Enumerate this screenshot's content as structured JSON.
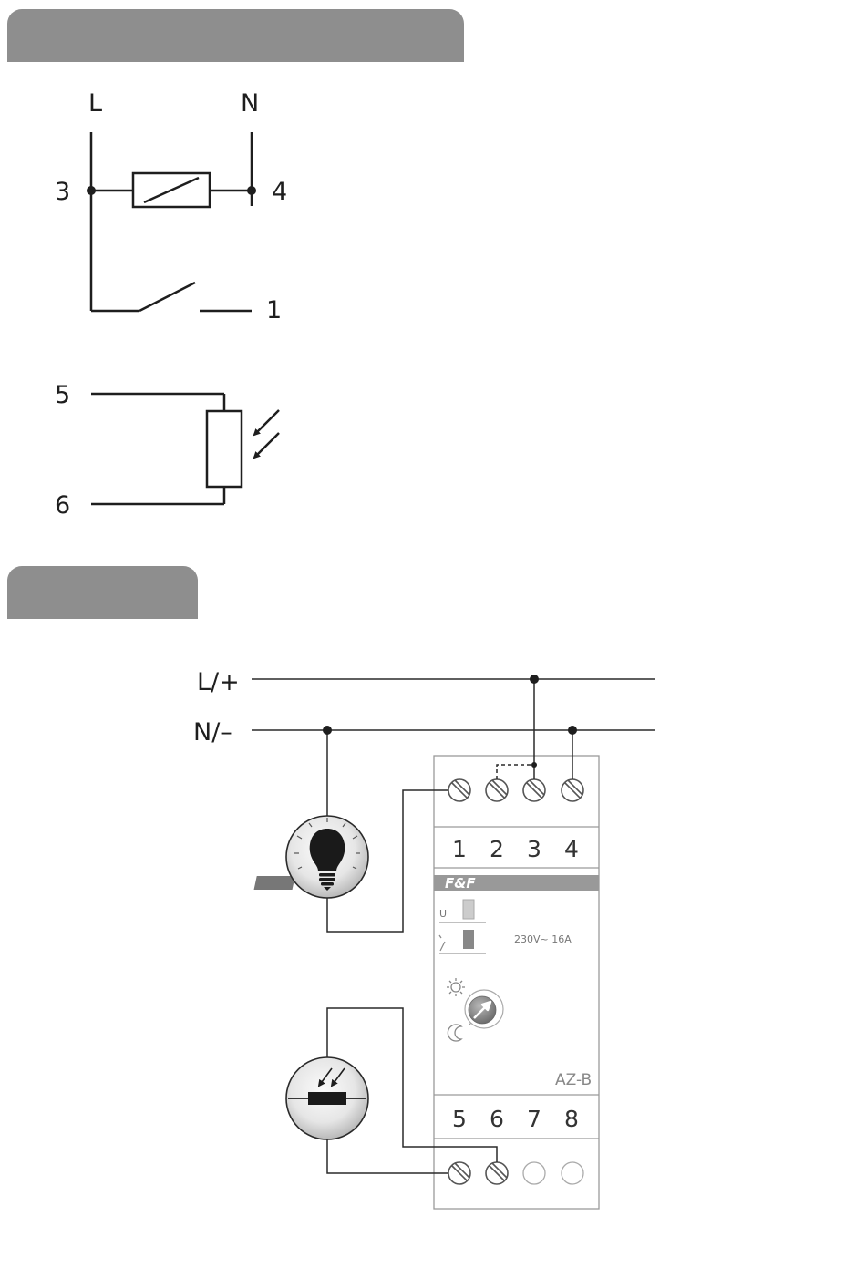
{
  "schematic": {
    "L": "L",
    "N": "N",
    "t3": "3",
    "t4": "4",
    "t1": "1",
    "t5": "5",
    "t6": "6"
  },
  "wiring": {
    "line_label": "L/+",
    "neutral_label": "N/–",
    "top_terminals": [
      "1",
      "2",
      "3",
      "4"
    ],
    "bottom_terminals": [
      "5",
      "6",
      "7",
      "8"
    ],
    "brand": "F&F",
    "indicator_u": "U",
    "rating": "230V~  16A",
    "model": "AZ-B"
  },
  "colors": {
    "tab": "#8e8e8e",
    "led_u": "#cccccc",
    "led_relay": "#888888",
    "brand_bar": "#999999"
  },
  "icons": [
    "bulb-icon",
    "photoresistor-icon",
    "sun-icon",
    "moon-icon",
    "knob-arrow-icon"
  ]
}
